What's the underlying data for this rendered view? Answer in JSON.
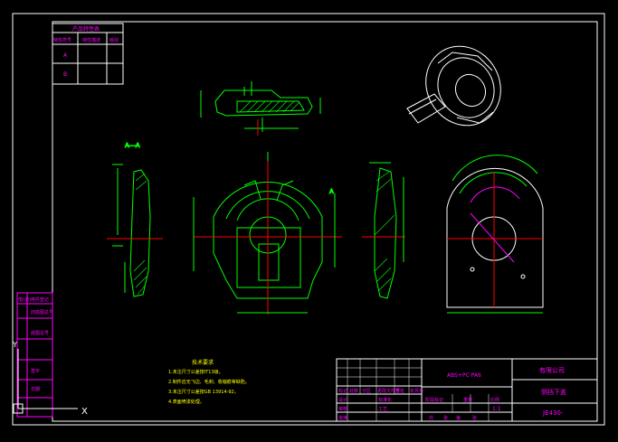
{
  "colors": {
    "background": "#000000",
    "frame": "#ffffff",
    "geometry": "#00ff00",
    "hatch": "#00ff00",
    "centerline": "#ff0000",
    "dimension": "#00ff00",
    "dim_text": "#00ffff",
    "title_text": "#ff00ff",
    "notes_text": "#ffff00"
  },
  "feature_table": {
    "title": "产品特性表",
    "headers": [
      "特性符号",
      "特性描述",
      "级别"
    ],
    "rows": [
      {
        "symbol": "A",
        "desc": "",
        "level": ""
      },
      {
        "symbol": "B",
        "desc": "",
        "level": ""
      }
    ]
  },
  "views": {
    "section_a_label": "A—A",
    "section_label_mark": "A"
  },
  "notes": {
    "title": "技术要求",
    "items": [
      "1.未注尺寸公差按IT13级。",
      "2.制件应无飞边、毛刺、收缩痕等缺陷。",
      "3.未注尺寸公差按GB 13914-92。",
      "4.表面喷漆处理。"
    ]
  },
  "title_block": {
    "material": "ABS+PC PA6",
    "company": "有限公司",
    "part_name": "侧挡下盖",
    "drawing_no": "JE430-",
    "scale": "1:1",
    "row_labels": [
      "标记",
      "处数",
      "分区",
      "更改文件号",
      "签名",
      "年月日"
    ],
    "approval_labels": [
      "设计",
      "标准化",
      "审核",
      "工艺",
      "批准"
    ],
    "stage_labels": [
      "阶段标记",
      "重量",
      "比例"
    ],
    "sheet_labels": [
      "共",
      "张",
      "第",
      "张"
    ]
  },
  "left_strip": {
    "labels": [
      "借(通)用件登记",
      "旧底图总号",
      "底图总号",
      "签字",
      "日期"
    ]
  },
  "ucs_icon": {
    "x_label": "X",
    "y_label": "Y"
  }
}
